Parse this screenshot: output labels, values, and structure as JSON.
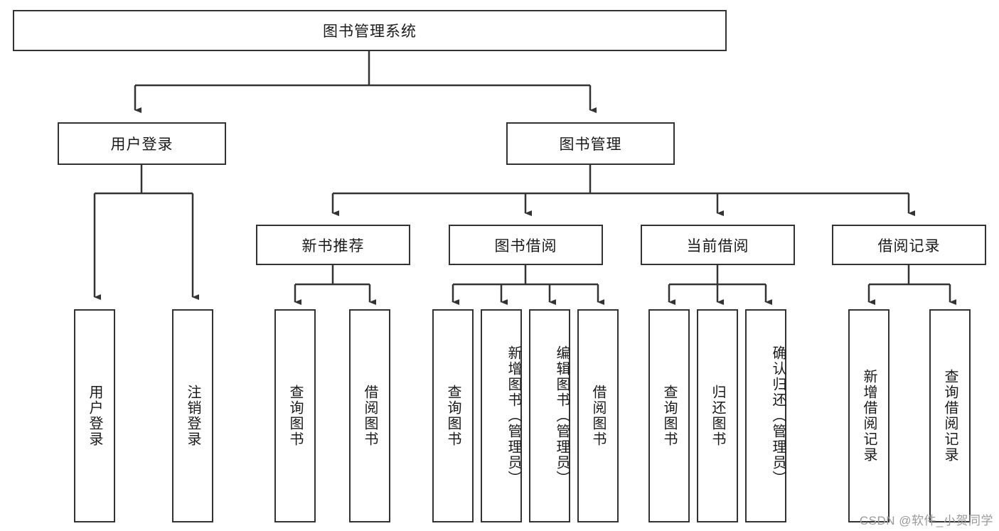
{
  "diagram": {
    "title": "图书管理系统",
    "root": {
      "label": "图书管理系统"
    },
    "level1": [
      {
        "label": "用户登录"
      },
      {
        "label": "图书管理"
      }
    ],
    "level2": [
      {
        "label": "新书推荐"
      },
      {
        "label": "图书借阅"
      },
      {
        "label": "当前借阅"
      },
      {
        "label": "借阅记录"
      }
    ],
    "leaves": {
      "user_login": [
        {
          "label": "用户登录"
        },
        {
          "label": "注销登录"
        }
      ],
      "new_book_recommend": [
        {
          "label": "查询图书"
        },
        {
          "label": "借阅图书"
        }
      ],
      "book_borrow": [
        {
          "label": "查询图书"
        },
        {
          "label": "新增图书（管理员）"
        },
        {
          "label": "编辑图书（管理员）"
        },
        {
          "label": "借阅图书"
        }
      ],
      "current_borrow": [
        {
          "label": "查询图书"
        },
        {
          "label": "归还图书"
        },
        {
          "label": "确认归还（管理员）"
        }
      ],
      "borrow_record": [
        {
          "label": "新增借阅记录"
        },
        {
          "label": "查询借阅记录"
        }
      ]
    }
  },
  "watermark": {
    "text": "CSDN @软件_小贺同学"
  },
  "colors": {
    "border": "#333333",
    "background": "#ffffff",
    "text": "#1a1a1a",
    "watermark": "#9a9a9a"
  }
}
